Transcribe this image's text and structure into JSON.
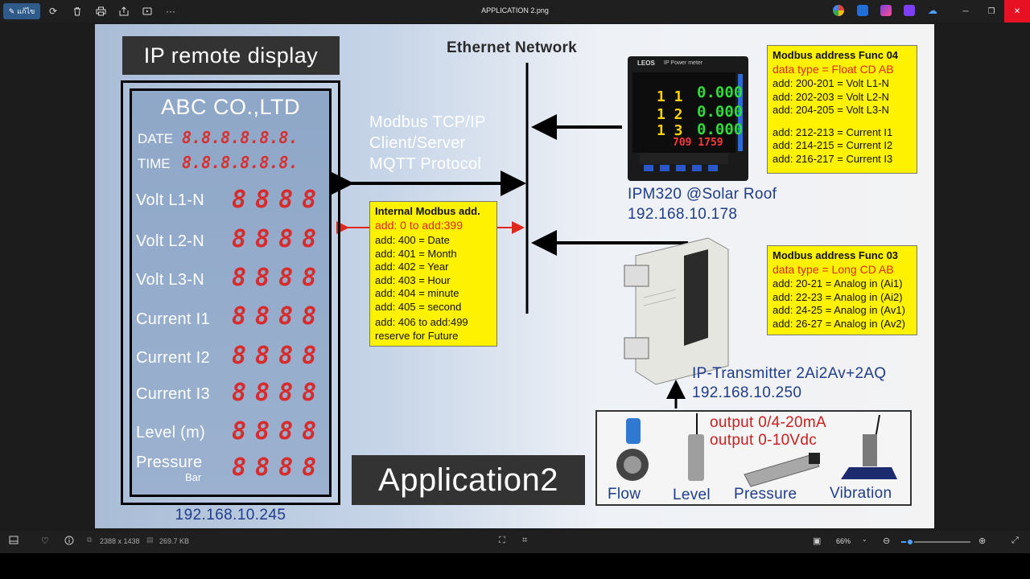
{
  "toolbar": {
    "edit_label": "แก้ไข",
    "file_title": "APPLICATION 2.png",
    "more_label": "···"
  },
  "slide": {
    "ip_title": "IP remote display",
    "company": "ABC CO.,LTD",
    "date_label": "DATE",
    "date_value": "8.8.8.8.8.8.",
    "time_label": "TIME",
    "time_value": "8.8.8.8.8.8.",
    "measurements": [
      {
        "label": "Volt L1-N",
        "digits": "8888"
      },
      {
        "label": "Volt L2-N",
        "digits": "8888"
      },
      {
        "label": "Volt L3-N",
        "digits": "8888"
      },
      {
        "label": "Current I1",
        "digits": "8888"
      },
      {
        "label": "Current I2",
        "digits": "8888"
      },
      {
        "label": "Current I3",
        "digits": "8888"
      },
      {
        "label": "Level (m)",
        "digits": "8888"
      },
      {
        "label": "Pressure",
        "sub": "Bar",
        "digits": "8888"
      }
    ],
    "display_ip": "192.168.10.245",
    "network_title": "Ethernet Network",
    "protocol_lines": [
      "Modbus TCP/IP",
      "Client/Server",
      "MQTT Protocol"
    ],
    "internal_box": {
      "title": "Internal Modbus add.",
      "range": "add: 0 to add:399",
      "lines": [
        "add: 400 = Date",
        "add: 401 = Month",
        "add: 402 = Year",
        "add: 403 = Hour",
        "add: 404 = minute",
        "add: 405 = second"
      ],
      "reserve_1": "add: 406 to  add:499",
      "reserve_2": "reserve for Future"
    },
    "func04_box": {
      "title": "Modbus address Func 04",
      "type": "data type = Float CD AB",
      "volt_lines": [
        "add: 200-201 = Volt L1-N",
        "add: 202-203 = Volt L2-N",
        "add: 204-205 = Volt L3-N"
      ],
      "current_lines": [
        "add: 212-213 = Current I1",
        "add: 214-215 = Current I2",
        "add: 216-217 = Current I3"
      ]
    },
    "func03_box": {
      "title": "Modbus address Func 03",
      "type": "data type = Long CD AB",
      "lines": [
        "add: 20-21 = Analog in (Ai1)",
        "add: 22-23 = Analog in (Ai2)",
        "add: 24-25 = Analog in (Av1)",
        "add: 26-27 = Analog in (Av2)"
      ]
    },
    "meter": {
      "name": "IPM320 @Solar Roof",
      "ip": "192.168.10.178",
      "brand": "LEOS",
      "model_text": "IP Power meter",
      "rows": [
        {
          "phase": "1 1",
          "value": "0.000"
        },
        {
          "phase": "1 2",
          "value": "0.000"
        },
        {
          "phase": "1 3",
          "value": "0.000"
        },
        {
          "phase": "",
          "value": "709 1759"
        }
      ]
    },
    "transmitter": {
      "name": "IP-Transmitter 2Ai2Av+2AQ",
      "ip": "192.168.10.250"
    },
    "output_lines": [
      "output 0/4-20mA",
      "output 0-10Vdc"
    ],
    "sensors": [
      "Flow",
      "Level",
      "Pressure",
      "Vibration"
    ],
    "application_label": "Application2"
  },
  "statusbar": {
    "dimensions": "2388 x 1438",
    "filesize": "269.7 KB",
    "zoom": "66%"
  },
  "colors": {
    "accent_blue": "#1f3d8a",
    "digit_red": "#d82b2b",
    "note_yellow": "#fff200",
    "close_red": "#e81123"
  }
}
